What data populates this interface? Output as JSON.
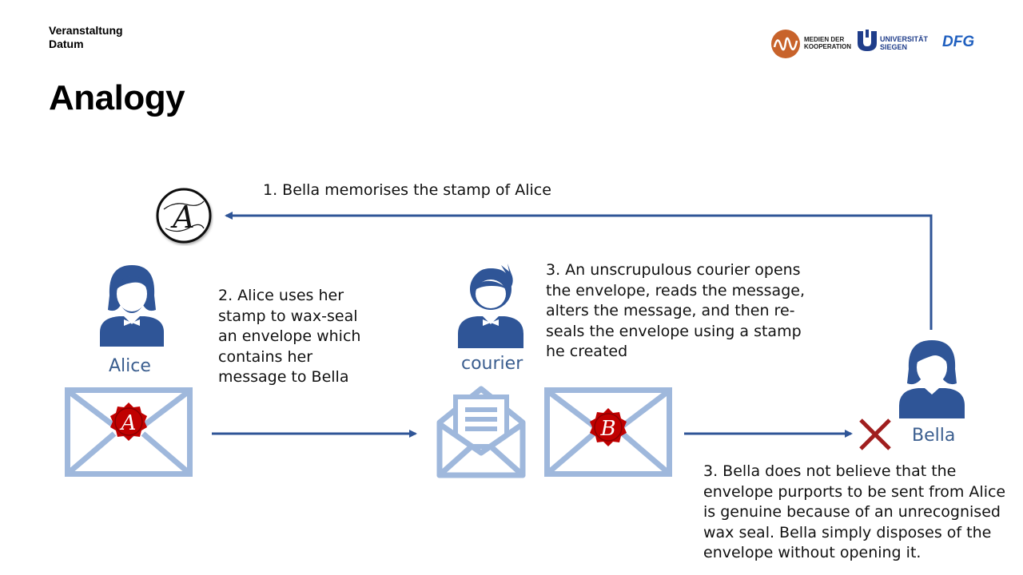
{
  "header": {
    "event": "Veranstaltung",
    "date": "Datum"
  },
  "logos": {
    "mdk": {
      "line1": "MEDIEN DER",
      "line2": "KOOPERATION"
    },
    "siegen": {
      "line1": "UNIVERSITÄT",
      "line2": "SIEGEN"
    },
    "dfg": "DFG"
  },
  "title": "Analogy",
  "actors": {
    "alice": "Alice",
    "courier": "courier",
    "bella": "Bella"
  },
  "steps": {
    "step1": "1. Bella memorises the stamp of Alice",
    "step2": [
      "2. Alice uses her",
      "stamp to wax-seal",
      "an envelope which",
      "contains her",
      "message to Bella"
    ],
    "step3a": [
      "3. An unscrupulous courier opens",
      "the envelope, reads the message,",
      "alters the message, and then re-",
      "seals the envelope using a stamp",
      "he created"
    ],
    "step3b": [
      "3. Bella does not believe that the",
      "envelope purports to be sent from Alice",
      "is genuine because of an unrecognised",
      "wax seal.  Bella simply disposes of the",
      "envelope without opening it."
    ]
  },
  "seals": {
    "stamp_letter": "A",
    "alice_seal_letter": "A",
    "forged_seal_letter": "B"
  },
  "icons": [
    "stamp-icon",
    "alice-avatar-icon",
    "courier-avatar-icon",
    "bella-avatar-icon",
    "sealed-envelope-icon",
    "open-envelope-icon",
    "reject-x-icon"
  ],
  "colors": {
    "accent_blue": "#2f5597",
    "label_blue": "#3b5e8f",
    "envelope_blue": "#9fb8dc",
    "seal_red": "#c00000",
    "reject_red": "#a01e1e",
    "logo_orange": "#c8632b",
    "logo_navy": "#1f3d8a",
    "dfg_blue": "#1f5fbf"
  }
}
